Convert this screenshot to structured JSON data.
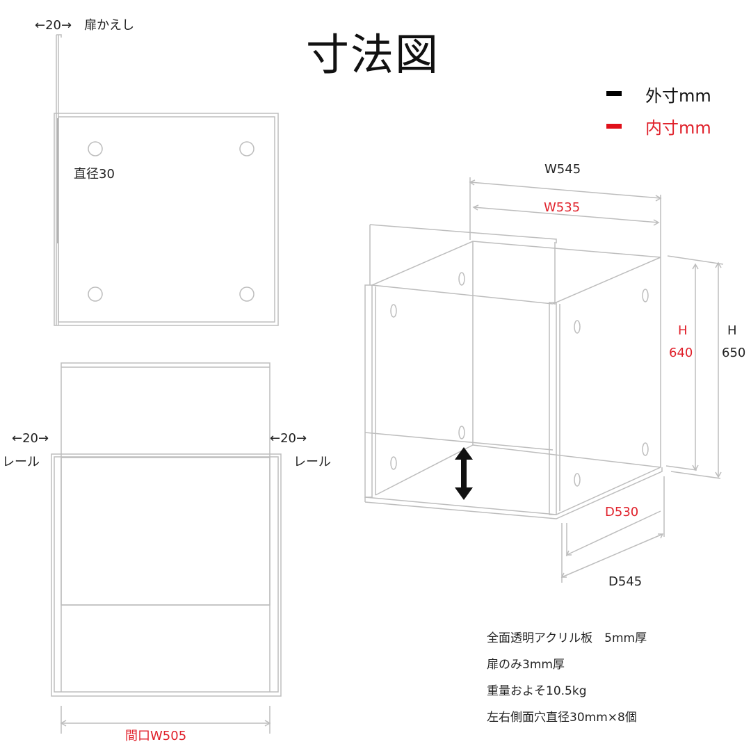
{
  "title": "寸法図",
  "legend": {
    "items": [
      {
        "label": "外寸mm",
        "color": "#000000"
      },
      {
        "label": "内寸mm",
        "color": "#e0101a"
      }
    ]
  },
  "side_view": {
    "door_return_label": "←20→　扉かえし",
    "hole_label": "直径30"
  },
  "front_view": {
    "rail_left_dim": "←20→",
    "rail_left_label": "レール",
    "rail_right_dim": "←20→",
    "rail_right_label": "レール",
    "opening_label": "間口W505"
  },
  "iso_view": {
    "width_outer": "W545",
    "width_inner": "W535",
    "height_inner_h": "H",
    "height_inner_v": "640",
    "height_outer_h": "H",
    "height_outer_v": "650",
    "depth_inner": "D530",
    "depth_outer": "D545"
  },
  "notes": [
    "全面透明アクリル板　5mm厚",
    "扉のみ3mm厚",
    "重量およそ10.5kg",
    "左右側面穴直径30mm×8個"
  ],
  "colors": {
    "outline": "#b8b8b8",
    "inner_dim": "#e0202a",
    "outer_dim": "#222222"
  }
}
